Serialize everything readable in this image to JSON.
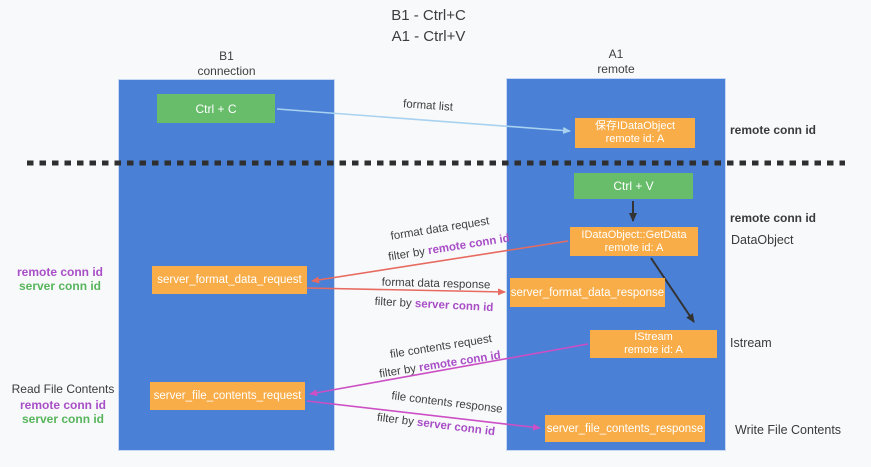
{
  "title": {
    "line1": "B1 - Ctrl+C",
    "line2": "A1 - Ctrl+V"
  },
  "lanes": {
    "left": {
      "title": "B1",
      "subtitle": "connection"
    },
    "right": {
      "title": "A1",
      "subtitle": "remote"
    }
  },
  "nodes": {
    "ctrl_c": {
      "label": "Ctrl + C"
    },
    "save_idataobject": {
      "line1": "保存IDataObject",
      "line2": "remote id: A"
    },
    "ctrl_v": {
      "label": "Ctrl + V"
    },
    "getdata": {
      "line1": "IDataObject::GetData",
      "line2": "remote id: A"
    },
    "server_format_data_request": {
      "label": "server_format_data_request"
    },
    "server_format_data_response": {
      "label": "server_format_data_response"
    },
    "istream": {
      "line1": "IStream",
      "line2": "remote id: A"
    },
    "server_file_contents_request": {
      "label": "server_file_contents_request"
    },
    "server_file_contents_response": {
      "label": "server_file_contents_response"
    }
  },
  "arrows": {
    "format_list": {
      "label": "format list"
    },
    "format_data_request": {
      "label": "format data request",
      "filter_prefix": "filter by ",
      "filter_value": "remote conn id"
    },
    "format_data_response": {
      "label": "format data response",
      "filter_prefix": "filter by ",
      "filter_value": "server conn id"
    },
    "file_contents_request": {
      "label": "file contents request",
      "filter_prefix": "filter by ",
      "filter_value": "remote conn id"
    },
    "file_contents_response": {
      "label": "file contents response",
      "filter_prefix": "filter by ",
      "filter_value": "server conn id"
    }
  },
  "annotations": {
    "right_top_conn_id": "remote conn id",
    "right_mid_conn_id": "remote conn id",
    "dataobject": "DataObject",
    "istream": "Istream",
    "write_file_contents": "Write File Contents",
    "left_format": {
      "remote": "remote conn id",
      "server": "server conn id"
    },
    "left_file": {
      "title": "Read File Contents",
      "remote": "remote conn id",
      "server": "server conn id"
    }
  },
  "colors": {
    "lane_blue": "#4a80d5",
    "box_green": "#68bd6b",
    "box_orange": "#f8ad49",
    "arrow_light_blue": "#a8d2f0",
    "arrow_red": "#e76b61",
    "arrow_magenta": "#cc4fc5",
    "arrow_black": "#333333",
    "text_purple": "#a84fc7",
    "text_green": "#57b55c",
    "dashed_divider": "#2f2f2f"
  }
}
